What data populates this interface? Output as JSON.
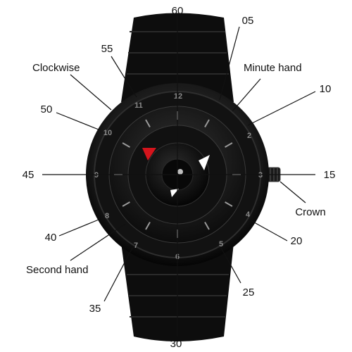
{
  "colors": {
    "background": "#ffffff",
    "strap": "#0d0d0d",
    "case": "#1c1c1c",
    "dial": "#0a0a0a",
    "bezel_numbers": "#8a8a8a",
    "pointer_red": "#d4141c",
    "pointer_white": "#ffffff",
    "leader_line": "#111111"
  },
  "labels": {
    "top": "60",
    "l05": "05",
    "l10": "10",
    "l15": "15",
    "l20": "20",
    "l25": "25",
    "l30": "30",
    "l35": "35",
    "l40": "40",
    "l45": "45",
    "l50": "50",
    "l55": "55",
    "clockwise": "Clockwise",
    "minute_hand": "Minute hand",
    "crown": "Crown",
    "second_hand": "Second hand"
  },
  "dial_numbers": [
    "12",
    "2",
    "3",
    "4",
    "5",
    "6",
    "7",
    "8",
    "9",
    "10",
    "11"
  ],
  "icons": {
    "watch": "wristwatch-icon",
    "red_pointer": "red-triangle-icon",
    "white_pointer": "white-triangle-icon"
  }
}
